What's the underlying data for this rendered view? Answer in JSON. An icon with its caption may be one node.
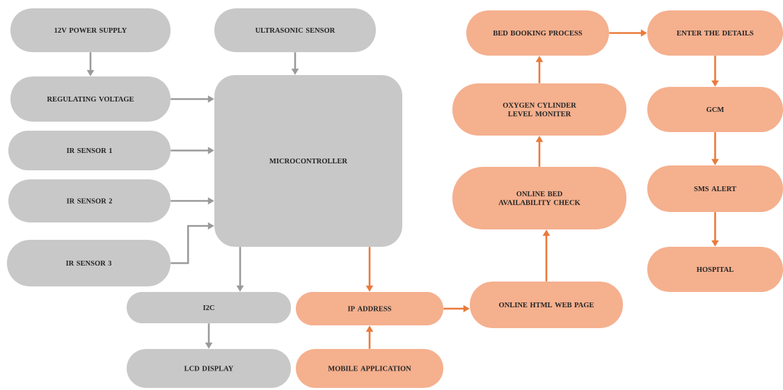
{
  "diagram": {
    "nodes": [
      {
        "text": [
          "12V POWER SUPPLY"
        ]
      },
      {
        "text": [
          "ULTRASONIC SENSOR"
        ]
      },
      {
        "text": [
          "REGULATING VOLTAGE"
        ]
      },
      {
        "text": [
          "MICROCONTROLLER"
        ]
      },
      {
        "text": [
          "IR SENSOR 1"
        ]
      },
      {
        "text": [
          "IR SENSOR 2"
        ]
      },
      {
        "text": [
          "IR SENSOR 3"
        ]
      },
      {
        "text": [
          "I2C"
        ]
      },
      {
        "text": [
          "IP ADDRESS"
        ]
      },
      {
        "text": [
          "LCD DISPLAY"
        ]
      },
      {
        "text": [
          "MOBILE APPLICATION"
        ]
      },
      {
        "text": [
          "ONLINE HTML WEB PAGE"
        ]
      },
      {
        "text": [
          "ONLINE BED AVAILABILITY CHECK"
        ]
      },
      {
        "text": [
          "OXYGEN CYLINDER LEVEL MONITER"
        ]
      },
      {
        "text": [
          "BED BOOKING PROCESS"
        ]
      },
      {
        "text": [
          "ENTER THE DETAILS"
        ]
      },
      {
        "text": [
          "GCM"
        ]
      },
      {
        "text": [
          "SMS ALERT"
        ]
      },
      {
        "text": [
          "HOSPITAL"
        ]
      }
    ],
    "edges": [
      {
        "from": 0,
        "to": 2,
        "arrow": "to",
        "color": "#9a9a9a"
      },
      {
        "from": 1,
        "to": 3,
        "arrow": "to",
        "color": "#9a9a9a"
      },
      {
        "from": 2,
        "to": 3,
        "arrow": "to",
        "color": "#9a9a9a"
      },
      {
        "from": 4,
        "to": 3,
        "arrow": "to",
        "color": "#9a9a9a"
      },
      {
        "from": 5,
        "to": 3,
        "arrow": "to",
        "color": "#9a9a9a"
      },
      {
        "from": 6,
        "to": 3,
        "arrow": "to",
        "color": "#9a9a9a"
      },
      {
        "from": 3,
        "to": 7,
        "arrow": "to",
        "color": "#9a9a9a"
      },
      {
        "from": 3,
        "to": 8,
        "arrow": "to"
      },
      {
        "from": 7,
        "to": 9,
        "arrow": "to",
        "color": "#9a9a9a"
      },
      {
        "from": 10,
        "to": 8,
        "arrow": "to"
      },
      {
        "from": 8,
        "to": 11,
        "arrow": "to"
      },
      {
        "from": 11,
        "to": 12,
        "arrow": "to"
      },
      {
        "from": 12,
        "to": 13,
        "arrow": "to"
      },
      {
        "from": 13,
        "to": 14,
        "arrow": "to"
      },
      {
        "from": 14,
        "to": 15,
        "arrow": "to"
      },
      {
        "from": 15,
        "to": 16,
        "arrow": "to"
      },
      {
        "from": 16,
        "to": 17,
        "arrow": "to"
      },
      {
        "from": 17,
        "to": 18,
        "arrow": "to"
      }
    ]
  }
}
